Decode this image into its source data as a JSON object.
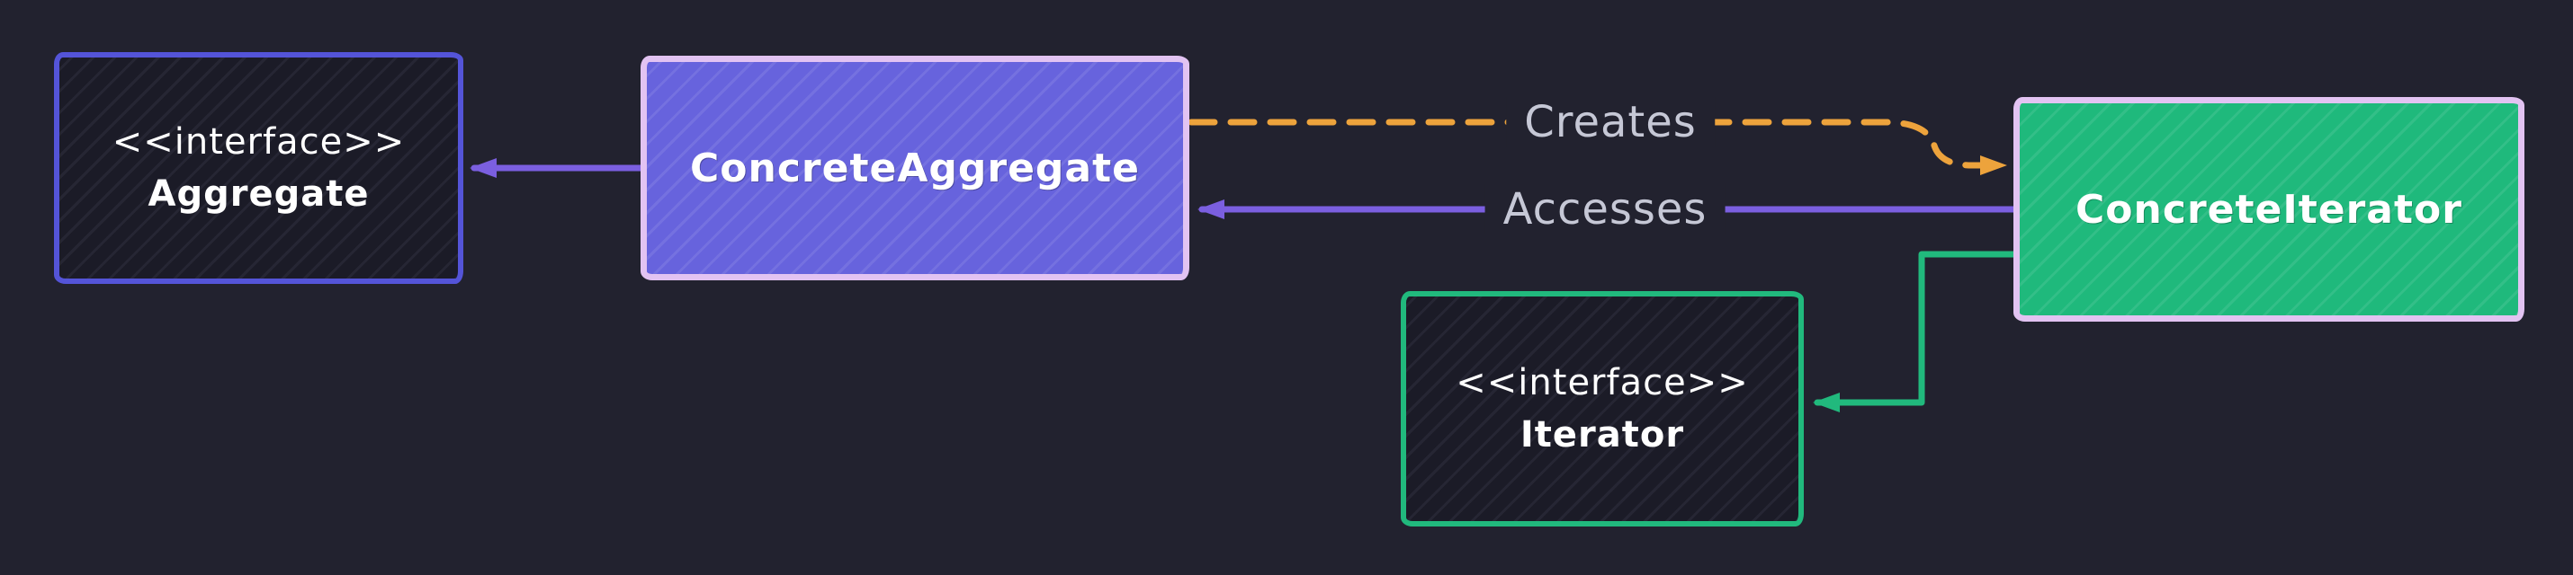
{
  "canvas": {
    "background": "#22222f"
  },
  "nodes": {
    "aggregate": {
      "stereotype": "<<interface>>",
      "name": "Aggregate",
      "border_color": "#5454d8",
      "fill": "dark-hatch"
    },
    "concrete_aggregate": {
      "name": "ConcreteAggregate",
      "border_color": "#e2c3f2",
      "fill": "#6763dd"
    },
    "concrete_iterator": {
      "name": "ConcreteIterator",
      "border_color": "#e2c3f2",
      "fill": "#1fb97c"
    },
    "iterator": {
      "stereotype": "<<interface>>",
      "name": "Iterator",
      "border_color": "#21b97d",
      "fill": "dark-hatch"
    }
  },
  "edges": {
    "concrete_aggregate_to_aggregate": {
      "label": "",
      "color": "#7b5fe0",
      "line_style": "solid",
      "from": "ConcreteAggregate",
      "to": "Aggregate"
    },
    "creates": {
      "label": "Creates",
      "color": "#eda33c",
      "line_style": "dashed",
      "from": "ConcreteAggregate",
      "to": "ConcreteIterator"
    },
    "accesses": {
      "label": "Accesses",
      "color": "#7b5fe0",
      "line_style": "solid",
      "from": "ConcreteIterator",
      "to": "ConcreteAggregate"
    },
    "concrete_iterator_to_iterator": {
      "label": "",
      "color": "#21b97d",
      "line_style": "solid",
      "from": "ConcreteIterator",
      "to": "Iterator"
    }
  },
  "edge_label_color": "#c6c8d6"
}
